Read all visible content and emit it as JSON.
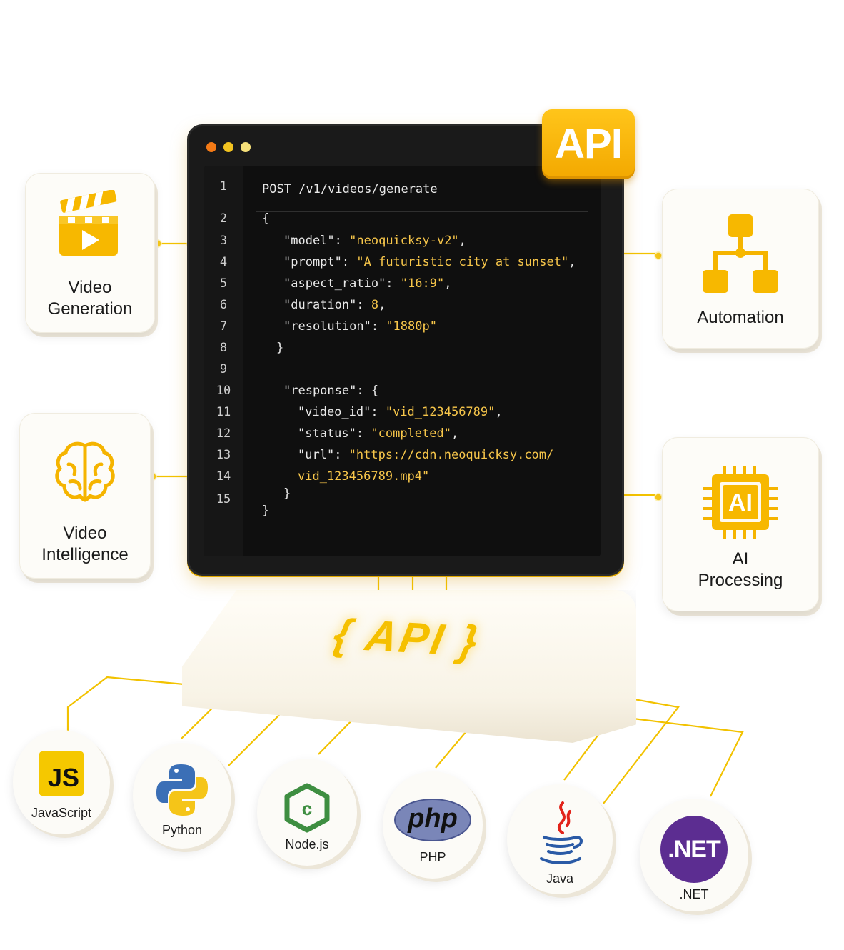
{
  "badge": {
    "label": "API"
  },
  "code": {
    "line_numbers": [
      "1",
      "2",
      "3",
      "4",
      "5",
      "6",
      "7",
      "8",
      "9",
      "10",
      "11",
      "12",
      "13",
      "14",
      "15"
    ],
    "request_line": "POST /v1/videos/generate",
    "open_brace": "{",
    "model_key": "\"model\"",
    "model_value": "\"neoquicksy-v2\"",
    "prompt_key": "\"prompt\"",
    "prompt_value": "\"A futuristic city at sunset\"",
    "aspect_key": "\"aspect_ratio\"",
    "aspect_value": "\"16:9\"",
    "duration_key": "\"duration\"",
    "duration_value": "8",
    "resolution_key": "\"resolution\"",
    "resolution_value": "\"1880p\"",
    "close_brace": "}",
    "response_key": "\"response\"",
    "video_id_key": "\"video_id\"",
    "video_id_value": "\"vid_123456789\"",
    "status_key": "\"status\"",
    "status_value": "\"completed\"",
    "url_key": "\"url\"",
    "url_value_1": "\"https://cdn.neoquicksy.com/",
    "url_value_2": "vid_123456789.mp4\"",
    "inner_close": "}",
    "final_close": "}"
  },
  "features": {
    "video_generation": {
      "line1": "Video",
      "line2": "Generation",
      "icon": "clapperboard-icon"
    },
    "video_intelligence": {
      "line1": "Video",
      "line2": "Intelligence",
      "icon": "brain-icon"
    },
    "automation": {
      "line1": "Automation",
      "icon": "flowchart-icon"
    },
    "ai_processing": {
      "line1": "AI",
      "line2": "Processing",
      "chip_text": "AI",
      "icon": "ai-chip-icon"
    }
  },
  "base": {
    "label": "{ API }"
  },
  "languages": [
    {
      "name": "JavaScript",
      "logo_text": "JS",
      "icon": "javascript-logo"
    },
    {
      "name": "Python",
      "icon": "python-logo"
    },
    {
      "name": "Node.js",
      "icon": "nodejs-logo"
    },
    {
      "name": "PHP",
      "logo_text": "php",
      "icon": "php-logo"
    },
    {
      "name": "Java",
      "icon": "java-logo"
    },
    {
      "name": ".NET",
      "logo_text": ".NET",
      "icon": "dotnet-logo"
    }
  ],
  "colors": {
    "accent": "#f5c000",
    "window": "#1a1a1a",
    "card": "#fdfcf8",
    "dotnet": "#5c2d91",
    "php": "#7a86b8"
  }
}
